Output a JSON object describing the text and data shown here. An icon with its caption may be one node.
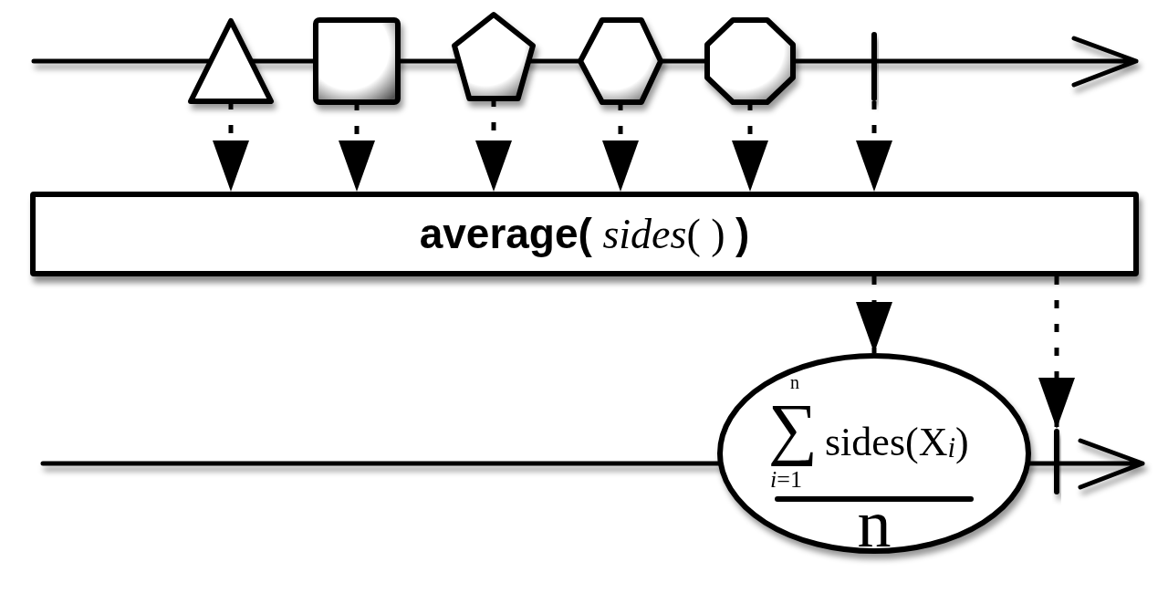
{
  "diagram": {
    "nodes": [
      {
        "text": [],
        "shape": "triangle"
      },
      {
        "text": [],
        "shape": "square"
      },
      {
        "text": [],
        "shape": "pentagon"
      },
      {
        "text": [],
        "shape": "hexagon"
      },
      {
        "text": [],
        "shape": "octagon"
      },
      {
        "text": [],
        "shape": "bar"
      },
      {
        "text": [
          "**average(** *sides*( ) **)**"
        ]
      },
      {
        "text": [
          "n",
          "∑",
          "sides(X$_{i}$)",
          "*i*=1",
          "n"
        ]
      },
      {
        "text": [],
        "shape": "bar"
      }
    ],
    "edges": [
      {
        "from": 0,
        "to": 6,
        "arrow": "to",
        "style": "dashed"
      },
      {
        "from": 1,
        "to": 6,
        "arrow": "to",
        "style": "dashed"
      },
      {
        "from": 2,
        "to": 6,
        "arrow": "to",
        "style": "dashed"
      },
      {
        "from": 3,
        "to": 6,
        "arrow": "to",
        "style": "dashed"
      },
      {
        "from": 4,
        "to": 6,
        "arrow": "to",
        "style": "dashed"
      },
      {
        "from": 5,
        "to": 6,
        "arrow": "to",
        "style": "dashed"
      },
      {
        "from": 6,
        "to": 7,
        "arrow": "to",
        "style": "dashed"
      },
      {
        "from": 6,
        "to": 8,
        "arrow": "to",
        "style": "dashed"
      }
    ]
  }
}
